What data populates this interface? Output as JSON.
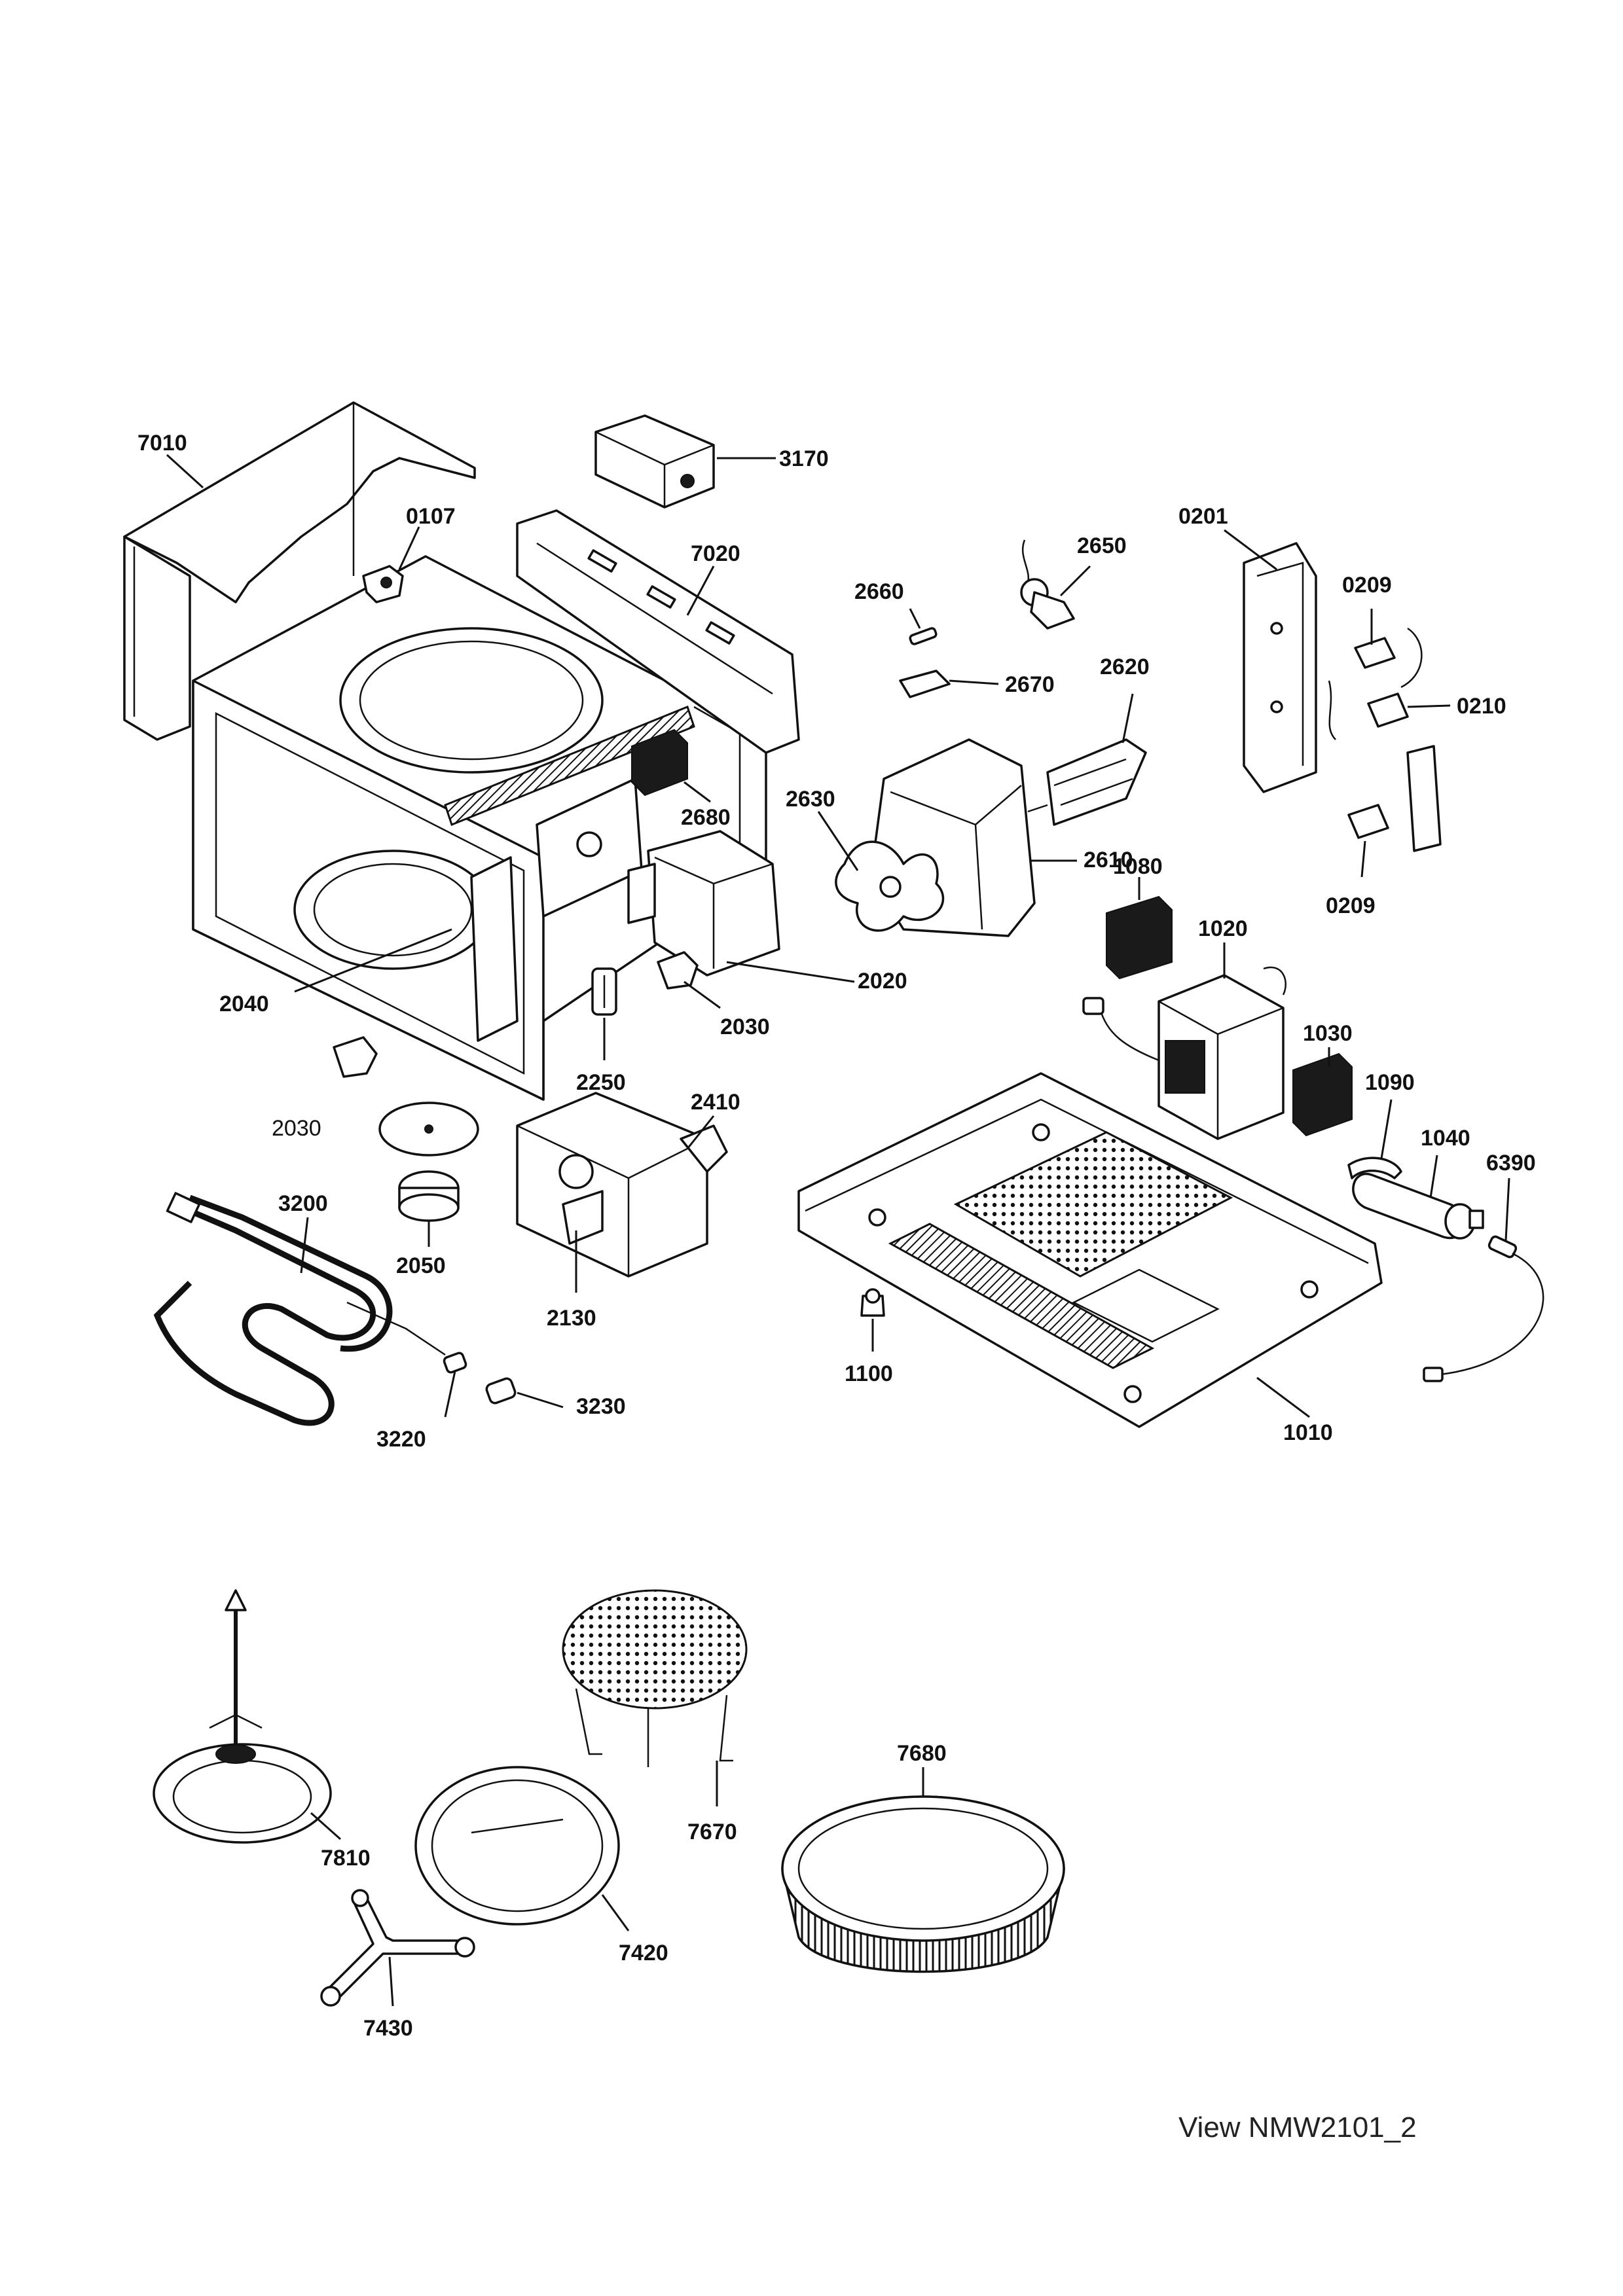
{
  "labels": [
    {
      "id": "7010",
      "text": "7010",
      "bold": true
    },
    {
      "id": "0107",
      "text": "0107",
      "bold": true
    },
    {
      "id": "3170",
      "text": "3170",
      "bold": true
    },
    {
      "id": "7020",
      "text": "7020",
      "bold": true
    },
    {
      "id": "0201",
      "text": "0201",
      "bold": true
    },
    {
      "id": "2650",
      "text": "2650",
      "bold": true
    },
    {
      "id": "2660",
      "text": "2660",
      "bold": true
    },
    {
      "id": "0209a",
      "text": "0209",
      "bold": true
    },
    {
      "id": "2670",
      "text": "2670",
      "bold": true
    },
    {
      "id": "2620",
      "text": "2620",
      "bold": true
    },
    {
      "id": "0210",
      "text": "0210",
      "bold": true
    },
    {
      "id": "2630",
      "text": "2630",
      "bold": true
    },
    {
      "id": "2680",
      "text": "2680",
      "bold": true
    },
    {
      "id": "2610",
      "text": "2610",
      "bold": true
    },
    {
      "id": "1080",
      "text": "1080",
      "bold": true
    },
    {
      "id": "0209b",
      "text": "0209",
      "bold": true
    },
    {
      "id": "1020",
      "text": "1020",
      "bold": true
    },
    {
      "id": "2020",
      "text": "2020",
      "bold": true
    },
    {
      "id": "2040",
      "text": "2040",
      "bold": true
    },
    {
      "id": "2030a",
      "text": "2030",
      "bold": true
    },
    {
      "id": "1030",
      "text": "1030",
      "bold": true
    },
    {
      "id": "2250",
      "text": "2250",
      "bold": true
    },
    {
      "id": "2410",
      "text": "2410",
      "bold": true
    },
    {
      "id": "1090",
      "text": "1090",
      "bold": true
    },
    {
      "id": "2030b",
      "text": "2030",
      "bold": false
    },
    {
      "id": "1040",
      "text": "1040",
      "bold": true
    },
    {
      "id": "6390",
      "text": "6390",
      "bold": true
    },
    {
      "id": "3200",
      "text": "3200",
      "bold": true
    },
    {
      "id": "2050",
      "text": "2050",
      "bold": true
    },
    {
      "id": "2130",
      "text": "2130",
      "bold": true
    },
    {
      "id": "1100",
      "text": "1100",
      "bold": true
    },
    {
      "id": "3230",
      "text": "3230",
      "bold": true
    },
    {
      "id": "3220",
      "text": "3220",
      "bold": true
    },
    {
      "id": "1010",
      "text": "1010",
      "bold": true
    },
    {
      "id": "7680",
      "text": "7680",
      "bold": true
    },
    {
      "id": "7670",
      "text": "7670",
      "bold": true
    },
    {
      "id": "7810",
      "text": "7810",
      "bold": true
    },
    {
      "id": "7420",
      "text": "7420",
      "bold": true
    },
    {
      "id": "7430",
      "text": "7430",
      "bold": true
    }
  ],
  "caption": "View NMW2101_2"
}
